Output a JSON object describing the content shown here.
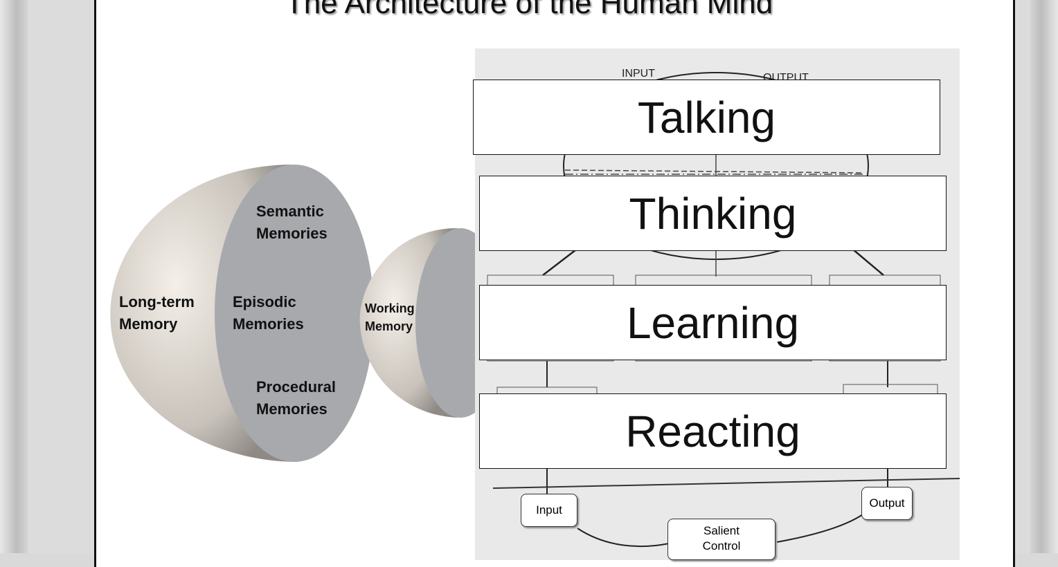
{
  "title": "The Architecture of the Human Mind",
  "memory": {
    "long_term": [
      "Long-term",
      "Memory"
    ],
    "semantic": [
      "Semantic",
      "Memories"
    ],
    "episodic": [
      "Episodic",
      "Memories"
    ],
    "procedural": [
      "Procedural",
      "Memories"
    ],
    "working": [
      "Working",
      "Memory"
    ]
  },
  "diagram": {
    "input_top": "INPUT",
    "output_top": "OUTPUT",
    "input_node": "Input",
    "output_node": "Output",
    "salient": [
      "Salient",
      "Control"
    ]
  },
  "categories": [
    "Talking",
    "Thinking",
    "Learning",
    "Reacting"
  ]
}
